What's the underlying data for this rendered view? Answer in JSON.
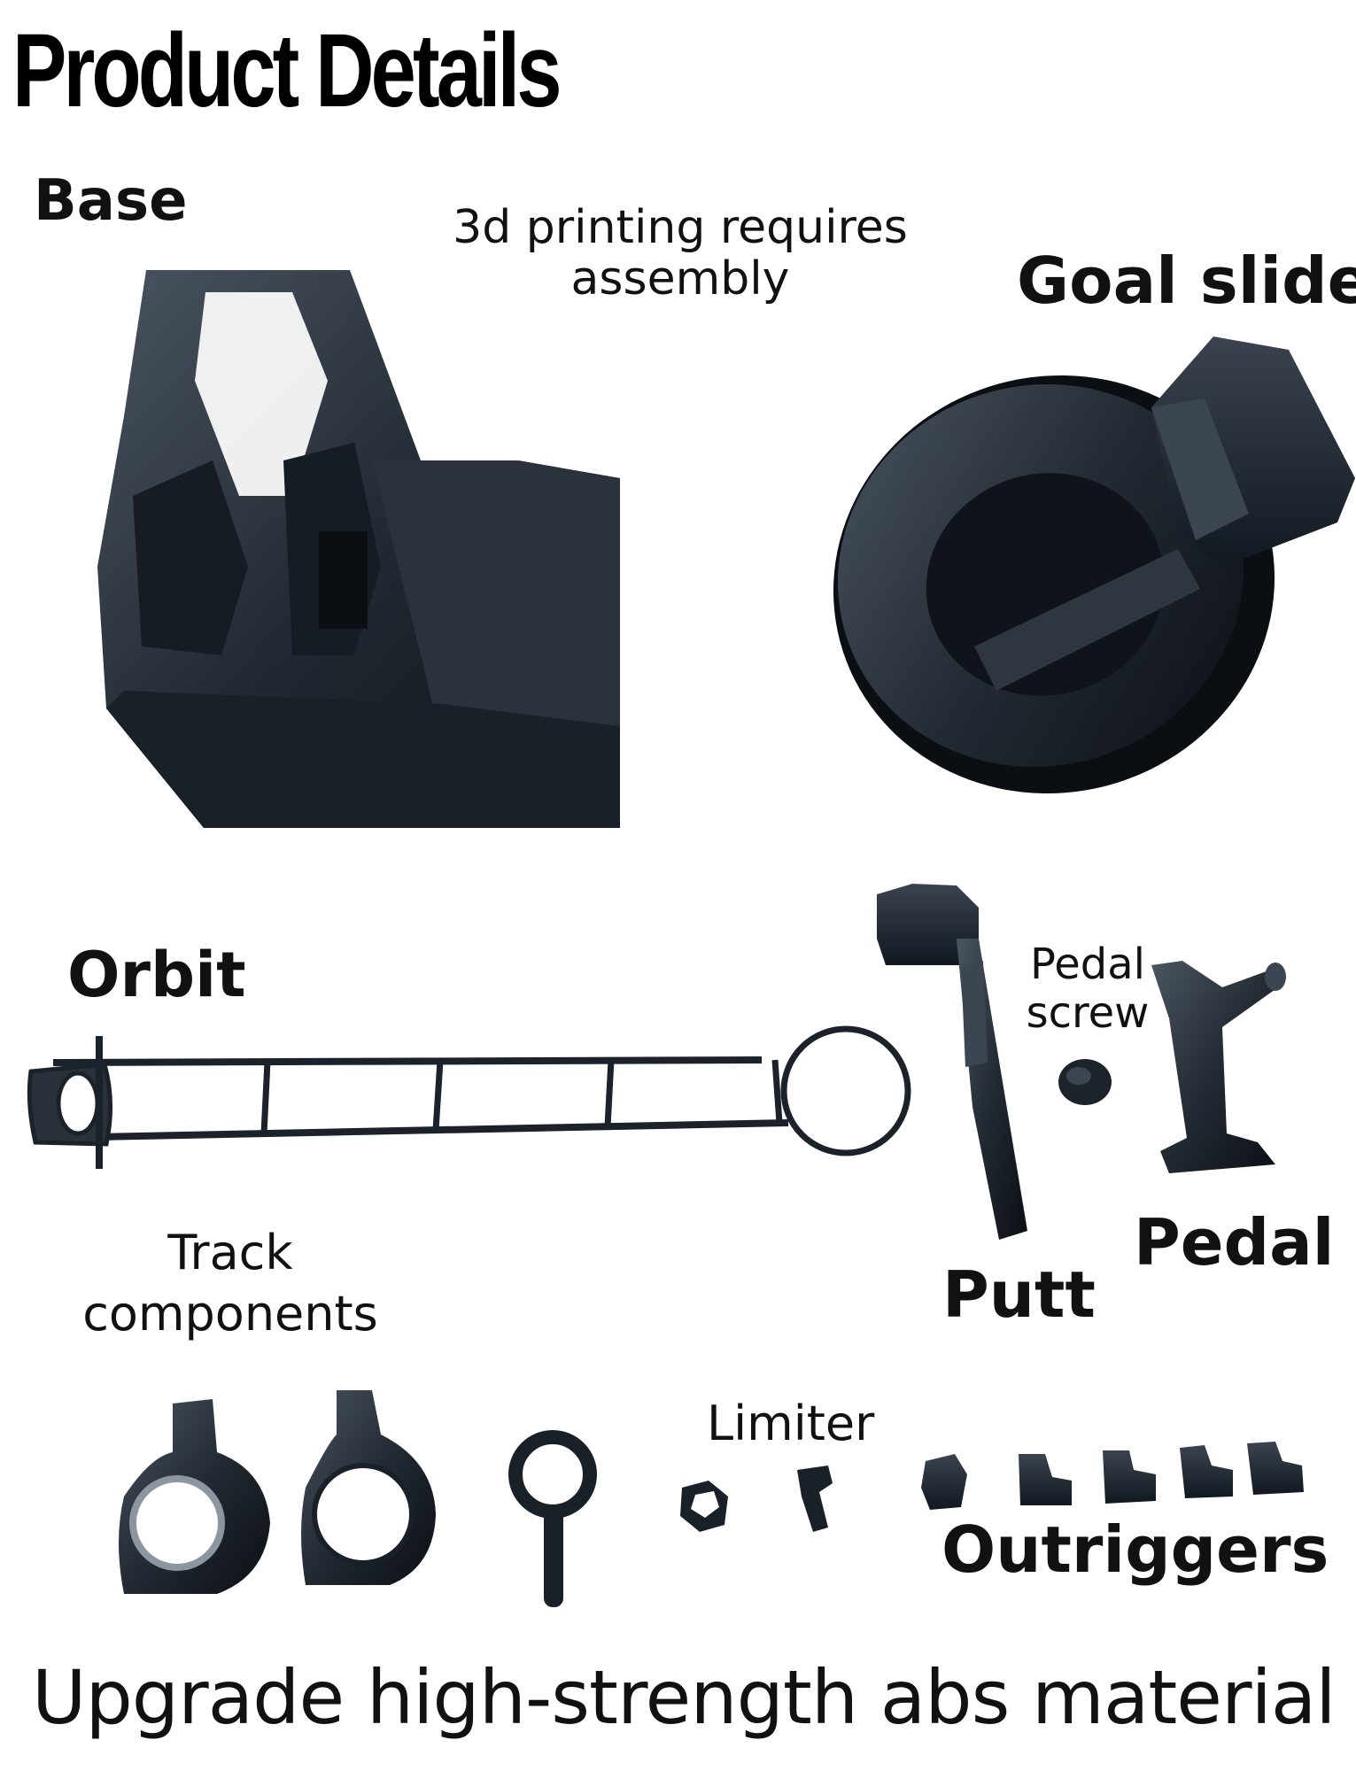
{
  "heading": "Product Details",
  "note": "3d printing requires assembly",
  "parts": {
    "base": "Base",
    "goal_slide": "Goal slide",
    "orbit": "Orbit",
    "pedal_screw": "Pedal screw",
    "track_components": "Track components",
    "putt": "Putt",
    "pedal": "Pedal",
    "limiter": "Limiter",
    "outriggers": "Outriggers"
  },
  "footer": "Upgrade high-strength abs material",
  "colors": {
    "part_fill": "#232a33",
    "part_edge": "#0b0f14",
    "highlight": "#4a5562"
  }
}
